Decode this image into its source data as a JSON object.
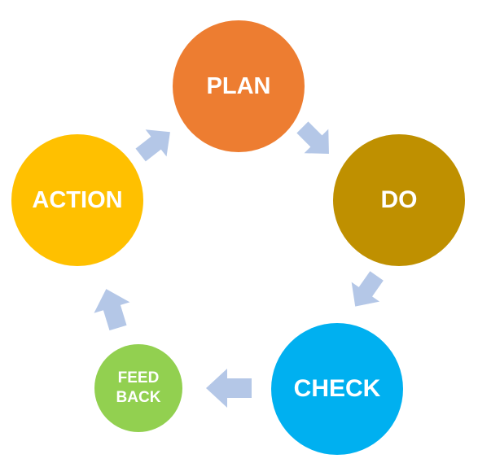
{
  "diagram": {
    "nodes": [
      {
        "id": "plan",
        "label": "PLAN",
        "color": "#ED7D31"
      },
      {
        "id": "do",
        "label": "DO",
        "color": "#BF9000"
      },
      {
        "id": "check",
        "label": "CHECK",
        "color": "#00B0F0"
      },
      {
        "id": "feed",
        "label": "FEED\nBACK",
        "color": "#92D050"
      },
      {
        "id": "action",
        "label": "ACTION",
        "color": "#FFC000"
      }
    ],
    "edges": [
      {
        "from": "plan",
        "to": "do"
      },
      {
        "from": "do",
        "to": "check"
      },
      {
        "from": "check",
        "to": "feed"
      },
      {
        "from": "feed",
        "to": "action"
      },
      {
        "from": "action",
        "to": "plan"
      }
    ],
    "arrow_color": "#B4C7E7"
  }
}
